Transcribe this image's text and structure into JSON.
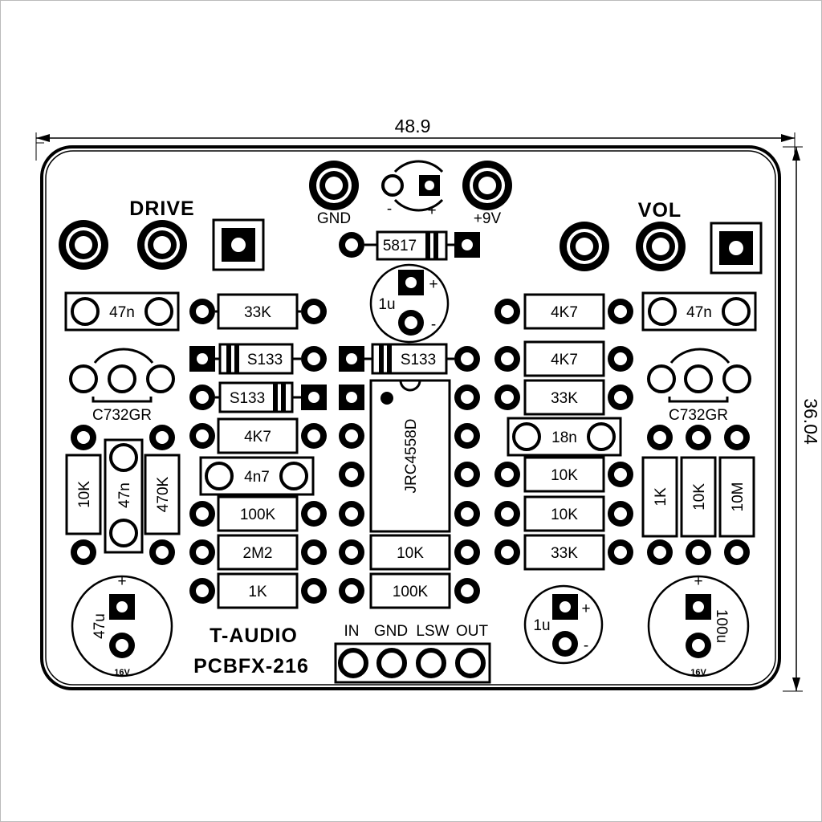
{
  "dimensions": {
    "width": "48.9",
    "height": "36.04"
  },
  "board": {
    "brand": "T-AUDIO",
    "model": "PCBFX-216"
  },
  "pots": {
    "drive": "DRIVE",
    "vol": "VOL"
  },
  "power": {
    "gnd": "GND",
    "v9": "+9V",
    "minus": "-",
    "plus": "+"
  },
  "diodes": {
    "protect": "5817",
    "clip_a": "S133",
    "clip_b": "S133",
    "clip_c": "S133"
  },
  "ic": {
    "part": "JRC4558D"
  },
  "transistors": {
    "left": "C732GR",
    "right": "C732GR"
  },
  "resistors": {
    "r33k_top": "33K",
    "r4k7_left": "4K7",
    "r100k_left": "100K",
    "r2m2": "2M2",
    "r1k_left": "1K",
    "r10k_center": "10K",
    "r100k_center": "100K",
    "r4k7_right_top": "4K7",
    "r4k7_right": "4K7",
    "r33k_right": "33K",
    "r10k_right_a": "10K",
    "r10k_right_b": "10K",
    "r33k_right_bottom": "33K",
    "r10k_vert_left": "10K",
    "r470k_vert": "470K",
    "r1k_vert_right": "1K",
    "r10k_vert_right": "10K",
    "r10m_vert": "10M"
  },
  "caps": {
    "c47n_left": "47n",
    "c47n_right": "47n",
    "c47n_vert": "47n",
    "c4n7": "4n7",
    "c18n": "18n",
    "c1u_top": "1u",
    "c1u_bottom": "1u",
    "c47u": "47u",
    "c47u_voltage": "16V",
    "c100u": "100u",
    "c100u_voltage": "16V",
    "plus": "+",
    "minus": "-"
  },
  "io": {
    "in": "IN",
    "gnd": "GND",
    "lsw": "LSW",
    "out": "OUT"
  },
  "colors": {
    "ink": "#000000",
    "paper": "#ffffff"
  }
}
